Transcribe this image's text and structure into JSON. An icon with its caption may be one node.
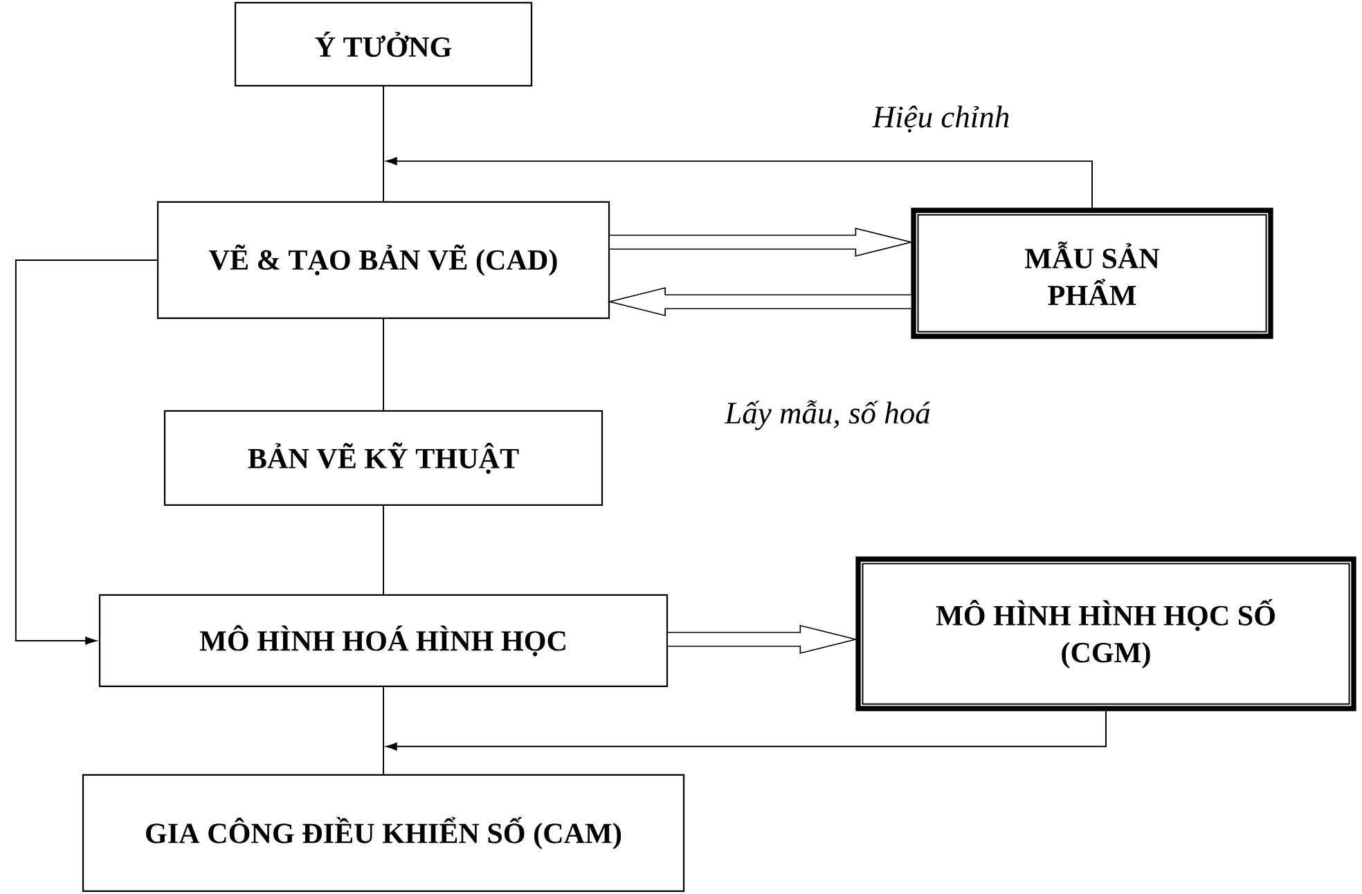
{
  "diagram": {
    "nodes": [
      {
        "text": [
          "Ý TƯỞNG"
        ]
      },
      {
        "text": [
          "VẼ & TẠO BẢN VẼ (CAD)"
        ]
      },
      {
        "text": [
          "MẪU SẢN PHẨM"
        ]
      },
      {
        "text": [
          "BẢN VẼ KỸ THUẬT"
        ]
      },
      {
        "text": [
          "MÔ HÌNH HOÁ HÌNH HỌC"
        ]
      },
      {
        "text": [
          "MÔ HÌNH HÌNH HỌC SỐ (CGM)"
        ]
      },
      {
        "text": [
          "GIA CÔNG ĐIỀU KHIỂN SỐ (CAM)"
        ]
      }
    ],
    "edges": [
      {
        "from": 0,
        "to": 1,
        "arrow": "none"
      },
      {
        "from": 2,
        "to": 1,
        "arrow": "to",
        "label": "Hiệu chỉnh"
      },
      {
        "from": 1,
        "to": 2,
        "arrow": "to",
        "style": "thick"
      },
      {
        "from": 2,
        "to": 1,
        "arrow": "to",
        "style": "thick"
      },
      {
        "from": 1,
        "to": 3,
        "arrow": "none"
      },
      {
        "from": 3,
        "to": 4,
        "arrow": "none"
      },
      {
        "from": 1,
        "to": 4,
        "arrow": "to"
      },
      {
        "from": 4,
        "to": 5,
        "arrow": "to",
        "style": "thick"
      },
      {
        "from": 5,
        "to": 6,
        "arrow": "to"
      },
      {
        "from": 4,
        "to": 6,
        "arrow": "none"
      }
    ],
    "labels": [
      "Lấy mẫu, số hoá"
    ]
  }
}
